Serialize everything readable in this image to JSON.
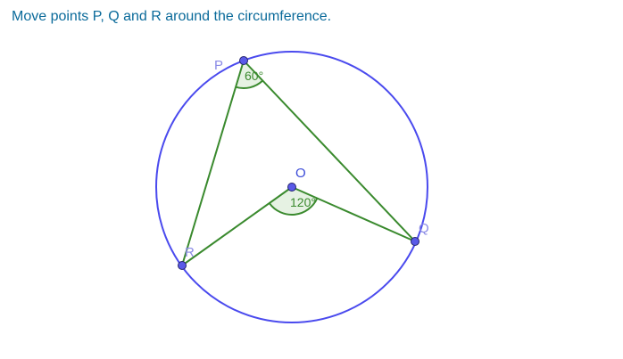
{
  "instruction": "Move points P, Q and R around the circumference.",
  "points": {
    "P": {
      "label": "P"
    },
    "Q": {
      "label": "Q"
    },
    "R": {
      "label": "R"
    },
    "O": {
      "label": "O"
    }
  },
  "angles": {
    "inscribed": {
      "vertex": "P",
      "text": "60°"
    },
    "central": {
      "vertex": "O",
      "text": "120°"
    }
  },
  "colors": {
    "text": "#0a6a9a",
    "circle": "#4a4aee",
    "segment": "#3a8a2e",
    "angle_fill": "#e6f2e3",
    "point_fill": "#5a5ae8",
    "point_stroke": "#24246e",
    "point_label": "#8a8ae6",
    "center_label": "#3b4bd8"
  }
}
